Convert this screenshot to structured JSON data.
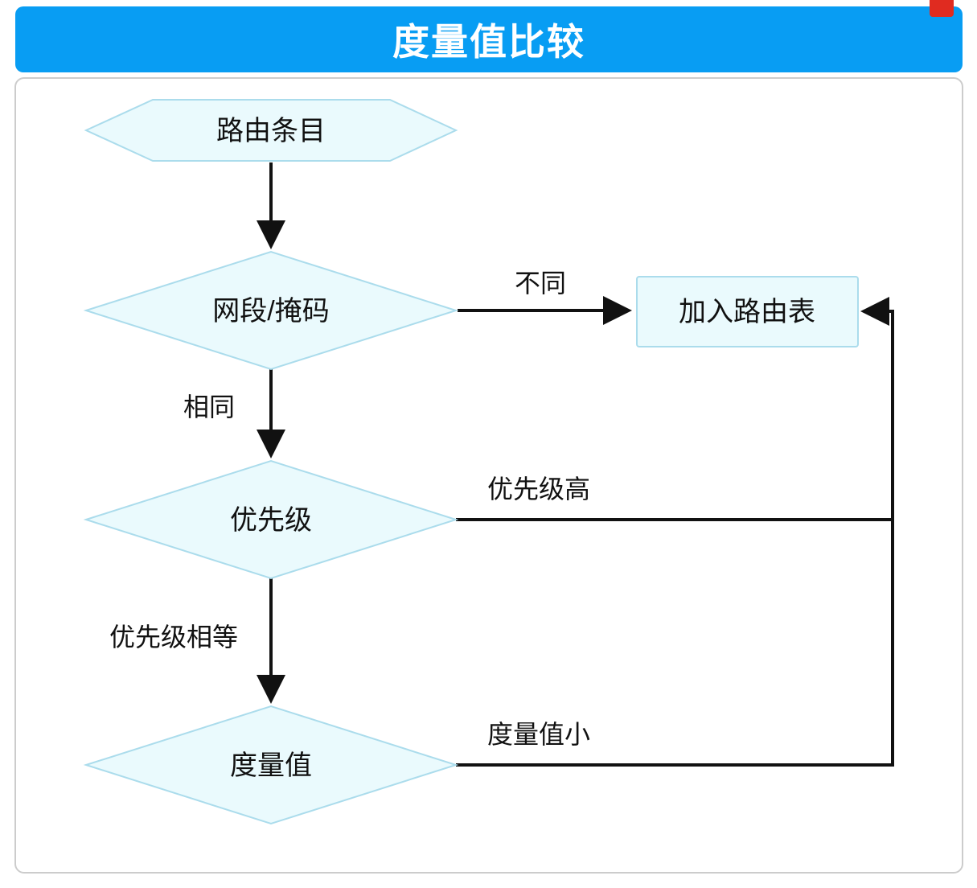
{
  "header": {
    "title": "度量值比较",
    "bg_color": "#089df3"
  },
  "window": {
    "corner_icon": "red-marker-icon",
    "corner_icon_color": "#e02b20"
  },
  "flowchart": {
    "nodes": {
      "start": {
        "label": "路由条目",
        "shape": "hexagon"
      },
      "decision_network": {
        "label": "网段/掩码",
        "shape": "diamond"
      },
      "decision_priority": {
        "label": "优先级",
        "shape": "diamond"
      },
      "decision_metric": {
        "label": "度量值",
        "shape": "diamond"
      },
      "result": {
        "label": "加入路由表",
        "shape": "rect"
      }
    },
    "edges": {
      "different": "不同",
      "same": "相同",
      "priority_high": "优先级高",
      "priority_equal": "优先级相等",
      "metric_small": "度量值小"
    },
    "colors": {
      "shape_fill": "#eafafd",
      "shape_stroke": "#abdcec",
      "arrow": "#111111"
    }
  }
}
